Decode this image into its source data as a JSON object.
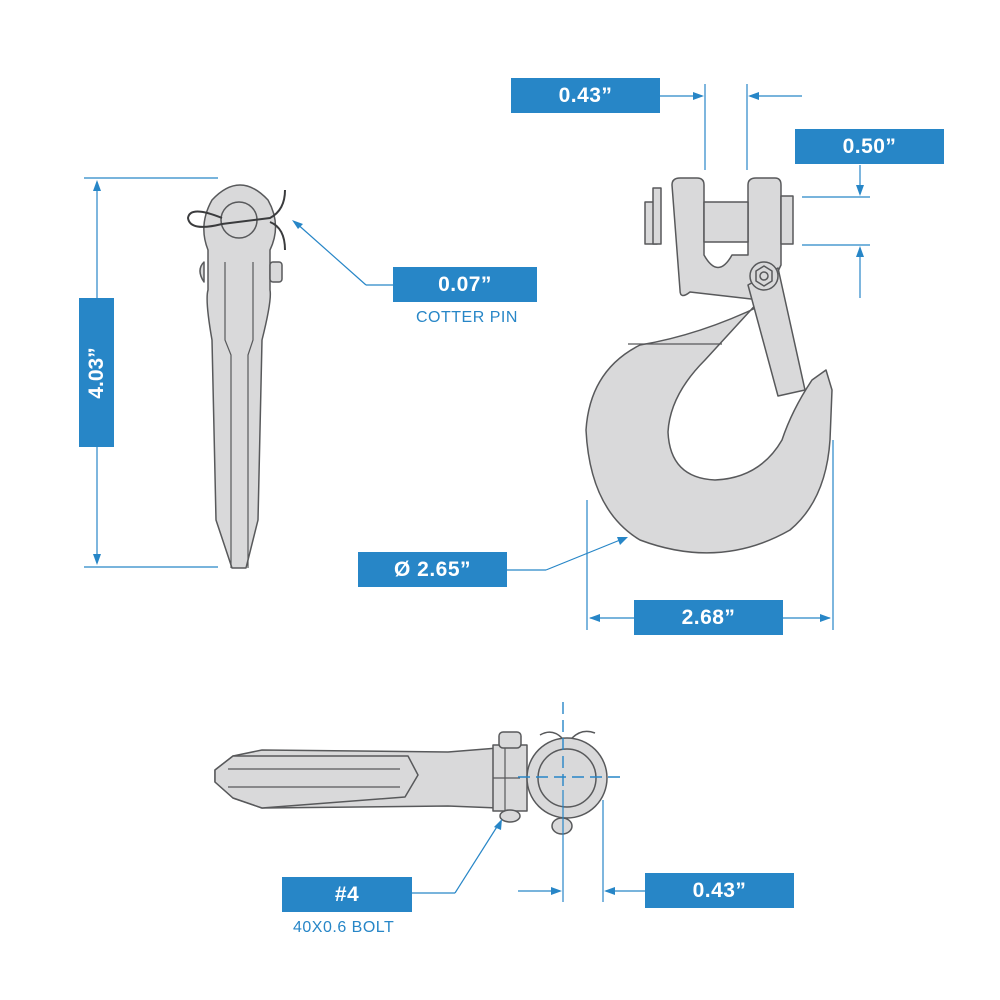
{
  "diagram": {
    "title": "Clevis slip hook with latch — dimension drawing",
    "colors": {
      "accent": "#2786c7",
      "part_fill": "#d9d9da",
      "part_stroke": "#58595b"
    },
    "dimensions": {
      "pin_length": {
        "value": "4.03”"
      },
      "cotter_pin": {
        "value": "0.07”",
        "caption": "COTTER PIN"
      },
      "clevis_gap": {
        "value": "0.43”"
      },
      "pin_diameter": {
        "value": "0.50”"
      },
      "throat_diameter": {
        "value": "Ø 2.65”"
      },
      "hook_width": {
        "value": "2.68”"
      },
      "bolt": {
        "value": "#4",
        "caption": "40X0.6 BOLT"
      },
      "pin_offset": {
        "value": "0.43”"
      }
    }
  }
}
